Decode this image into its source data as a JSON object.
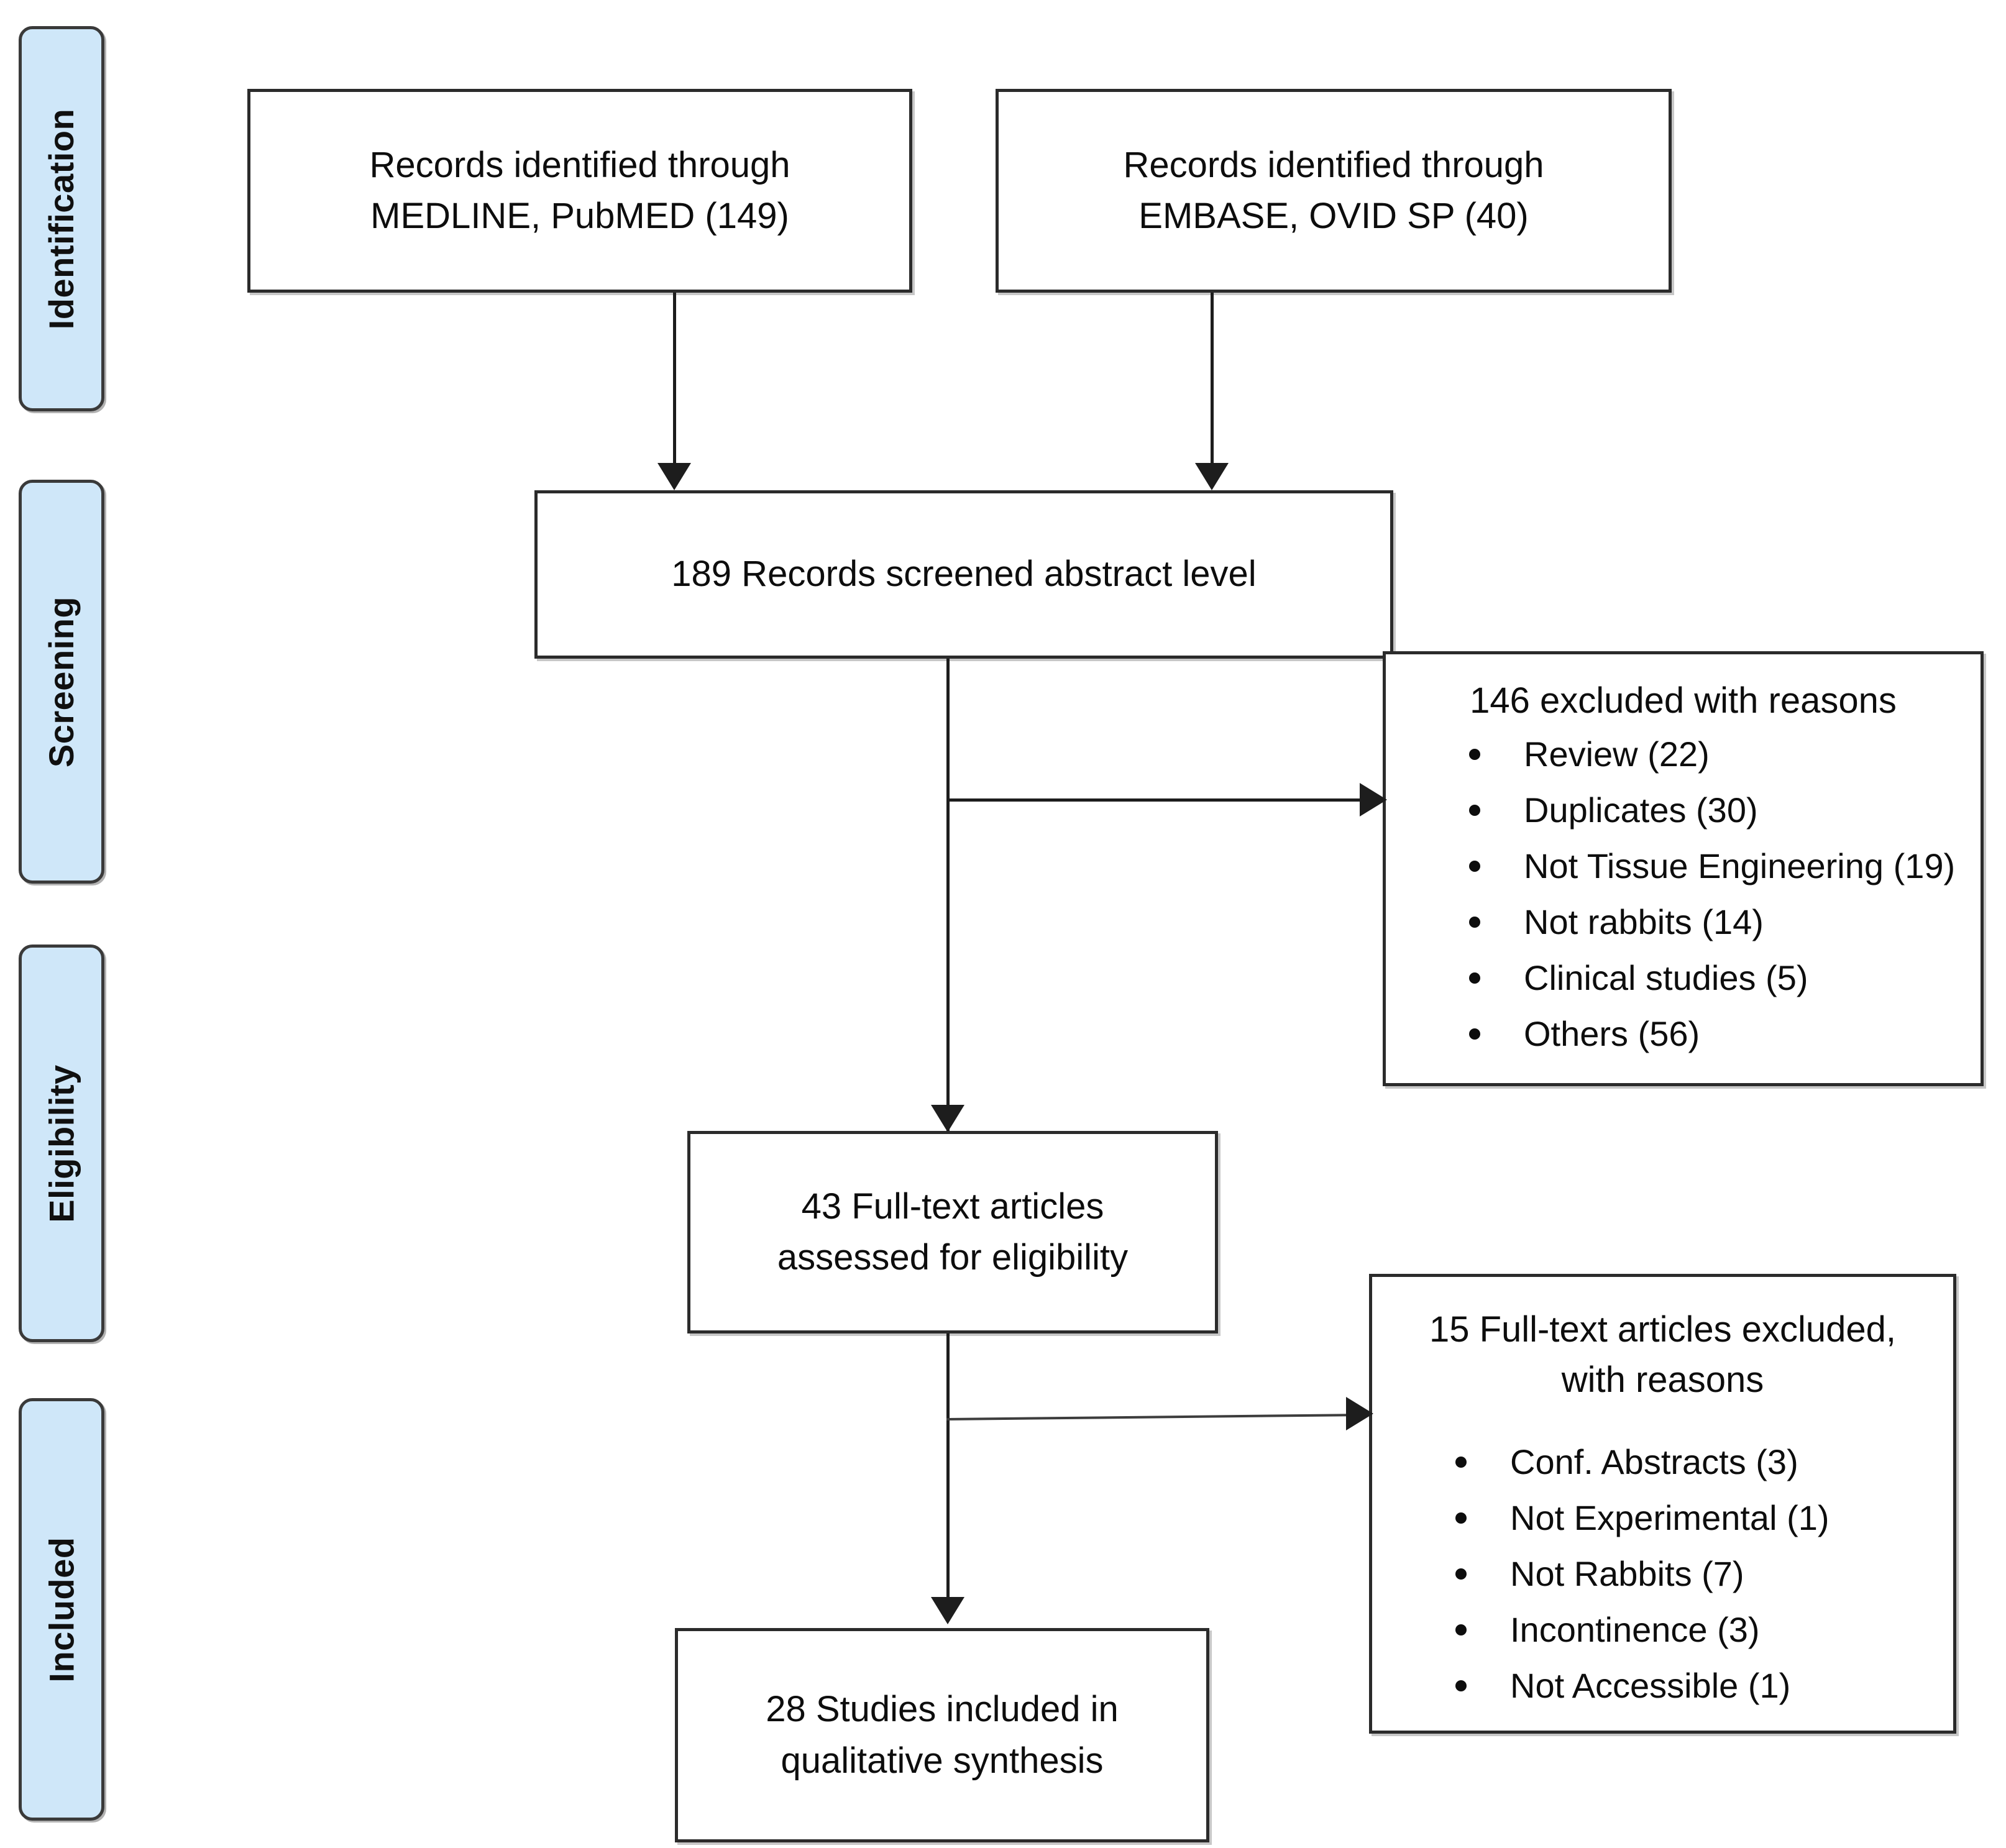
{
  "diagram": {
    "type": "prisma-flow-diagram",
    "phases": [
      {
        "id": "identification",
        "label": "Identification"
      },
      {
        "id": "screening",
        "label": "Screening"
      },
      {
        "id": "eligibility",
        "label": "Eligibility"
      },
      {
        "id": "included",
        "label": "Included"
      }
    ],
    "nodes": {
      "source_medline": {
        "line1": "Records identified through",
        "line2": "MEDLINE, PubMED (149)",
        "count": 149
      },
      "source_embase": {
        "line1": "Records identified through",
        "line2": "EMBASE, OVID SP (40)",
        "count": 40
      },
      "screened": {
        "line1": "189 Records screened abstract level",
        "count": 189
      },
      "fulltext_assessed": {
        "line1": "43 Full-text articles",
        "line2": "assessed for eligibility",
        "count": 43
      },
      "included_final": {
        "line1": "28 Studies included in",
        "line2": "qualitative synthesis",
        "count": 28
      }
    },
    "exclusions": {
      "abstract_level": {
        "title": "146 excluded with reasons",
        "total": 146,
        "reasons": [
          {
            "label": "Review (22)",
            "count": 22
          },
          {
            "label": "Duplicates (30)",
            "count": 30
          },
          {
            "label": "Not Tissue Engineering (19)",
            "count": 19
          },
          {
            "label": "Not rabbits (14)",
            "count": 14
          },
          {
            "label": "Clinical studies (5)",
            "count": 5
          },
          {
            "label": "Others (56)",
            "count": 56
          }
        ]
      },
      "fulltext_level": {
        "title_line1": "15 Full-text articles excluded,",
        "title_line2": "with reasons",
        "total": 15,
        "reasons": [
          {
            "label": "Conf. Abstracts (3)",
            "count": 3
          },
          {
            "label": "Not Experimental (1)",
            "count": 1
          },
          {
            "label": "Not Rabbits (7)",
            "count": 7
          },
          {
            "label": "Incontinence (3)",
            "count": 3
          },
          {
            "label": "Not Accessible (1)",
            "count": 1
          }
        ]
      }
    },
    "colors": {
      "phase_fill": "#cfe7f9",
      "phase_border": "#3a3a3a",
      "node_border": "#2b2b2b",
      "connector": "#1d1d1d",
      "text": "#0d0d0d",
      "background": "#ffffff"
    }
  }
}
